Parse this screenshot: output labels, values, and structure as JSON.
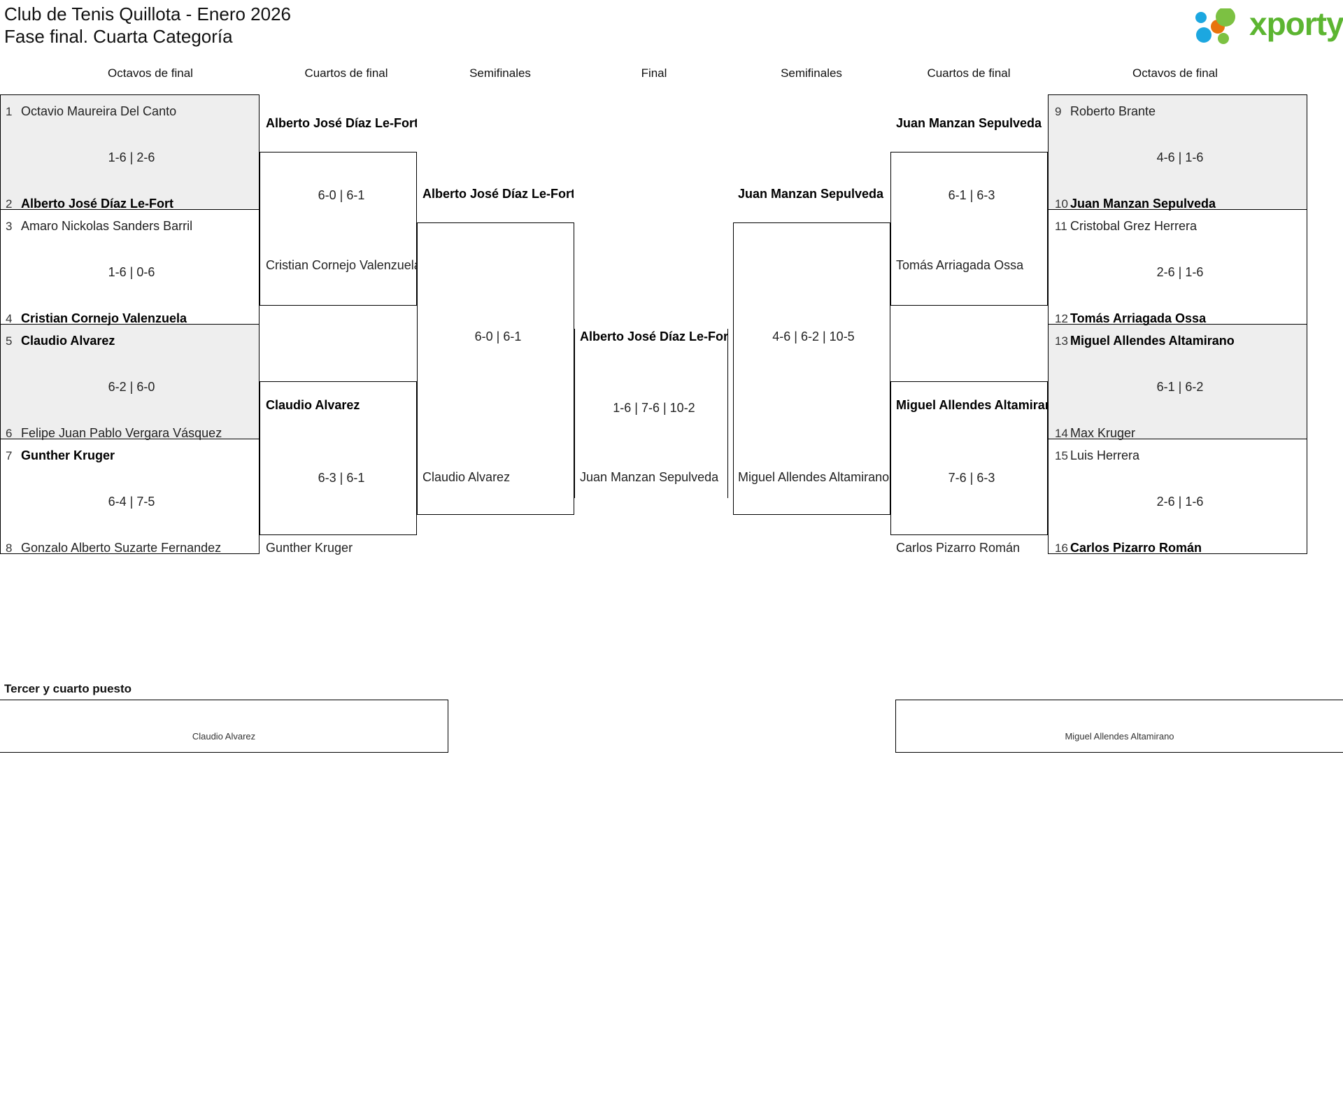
{
  "header": {
    "title_line1": "Club de Tenis Quillota - Enero 2026",
    "title_line2": "Fase final. Cuarta Categoría",
    "logo_text": "xporty",
    "logo_colors": {
      "green": "#5cb531",
      "blue": "#1ca7e0",
      "orange": "#e8730c"
    }
  },
  "rounds": {
    "left": [
      {
        "label": "Octavos de final"
      },
      {
        "label": "Cuartos de final"
      },
      {
        "label": "Semifinales"
      }
    ],
    "center": {
      "label": "Final"
    },
    "right": [
      {
        "label": "Semifinales"
      },
      {
        "label": "Cuartos de final"
      },
      {
        "label": "Octavos de final"
      }
    ]
  },
  "left_r16": [
    {
      "shaded": true,
      "top": {
        "seed": "1",
        "name": "Octavio Maureira Del Canto",
        "winner": false
      },
      "bottom": {
        "seed": "2",
        "name": "Alberto José Díaz Le-Fort",
        "winner": true
      },
      "score": "1-6 | 2-6"
    },
    {
      "shaded": false,
      "top": {
        "seed": "3",
        "name": "Amaro Nickolas Sanders Barril",
        "winner": false
      },
      "bottom": {
        "seed": "4",
        "name": "Cristian Cornejo Valenzuela",
        "winner": true
      },
      "score": "1-6 | 0-6"
    },
    {
      "shaded": true,
      "top": {
        "seed": "5",
        "name": "Claudio Alvarez",
        "winner": true
      },
      "bottom": {
        "seed": "6",
        "name": "Felipe Juan Pablo Vergara Vásquez",
        "winner": false
      },
      "score": "6-2 | 6-0"
    },
    {
      "shaded": false,
      "top": {
        "seed": "7",
        "name": "Gunther Kruger",
        "winner": true
      },
      "bottom": {
        "seed": "8",
        "name": "Gonzalo Alberto Suzarte Fernandez",
        "winner": false
      },
      "score": "6-4 | 7-5"
    }
  ],
  "left_qf": [
    {
      "top": {
        "name": "Alberto José Díaz Le-Fort",
        "winner": true
      },
      "bottom": {
        "name": "Cristian Cornejo Valenzuela",
        "winner": false
      },
      "score": "6-0 | 6-1"
    },
    {
      "top": {
        "name": "Claudio Alvarez",
        "winner": true
      },
      "bottom": {
        "name": "Gunther Kruger",
        "winner": false
      },
      "score": "6-3 | 6-1"
    }
  ],
  "left_sf": [
    {
      "top": {
        "name": "Alberto José Díaz Le-Fort",
        "winner": true
      },
      "bottom": {
        "name": "Claudio Alvarez",
        "winner": false
      },
      "score": "6-0 | 6-1"
    }
  ],
  "final": {
    "top": {
      "name": "Alberto José Díaz Le-Fort",
      "winner": true
    },
    "bottom": {
      "name": "Juan Manzan Sepulveda",
      "winner": false
    },
    "score": "1-6 | 7-6 | 10-2"
  },
  "right_sf": [
    {
      "top": {
        "name": "Juan Manzan Sepulveda",
        "winner": true
      },
      "bottom": {
        "name": "Miguel Allendes Altamirano",
        "winner": false
      },
      "score": "4-6 | 6-2 | 10-5"
    }
  ],
  "right_qf": [
    {
      "top": {
        "name": "Juan Manzan Sepulveda",
        "winner": true
      },
      "bottom": {
        "name": "Tomás Arriagada Ossa",
        "winner": false
      },
      "score": "6-1 | 6-3"
    },
    {
      "top": {
        "name": "Miguel Allendes Altamirano",
        "winner": true
      },
      "bottom": {
        "name": "Carlos Pizarro Román",
        "winner": false
      },
      "score": "7-6 | 6-3"
    }
  ],
  "right_r16": [
    {
      "shaded": true,
      "top": {
        "seed": "9",
        "name": "Roberto Brante",
        "winner": false
      },
      "bottom": {
        "seed": "10",
        "name": "Juan Manzan Sepulveda",
        "winner": true
      },
      "score": "4-6 | 1-6"
    },
    {
      "shaded": false,
      "top": {
        "seed": "11",
        "name": "Cristobal Grez Herrera",
        "winner": false
      },
      "bottom": {
        "seed": "12",
        "name": "Tomás Arriagada Ossa",
        "winner": true
      },
      "score": "2-6 | 1-6"
    },
    {
      "shaded": true,
      "top": {
        "seed": "13",
        "name": "Miguel Allendes Altamirano",
        "winner": true
      },
      "bottom": {
        "seed": "14",
        "name": "Max Kruger",
        "winner": false
      },
      "score": "6-1 | 6-2"
    },
    {
      "shaded": false,
      "top": {
        "seed": "15",
        "name": "Luis Herrera",
        "winner": false
      },
      "bottom": {
        "seed": "16",
        "name": "Carlos Pizarro Román",
        "winner": true
      },
      "score": "2-6 | 1-6"
    }
  ],
  "third_place": {
    "title": "Tercer y cuarto puesto",
    "left_name": "Claudio Alvarez",
    "right_name": "Miguel Allendes Altamirano"
  }
}
